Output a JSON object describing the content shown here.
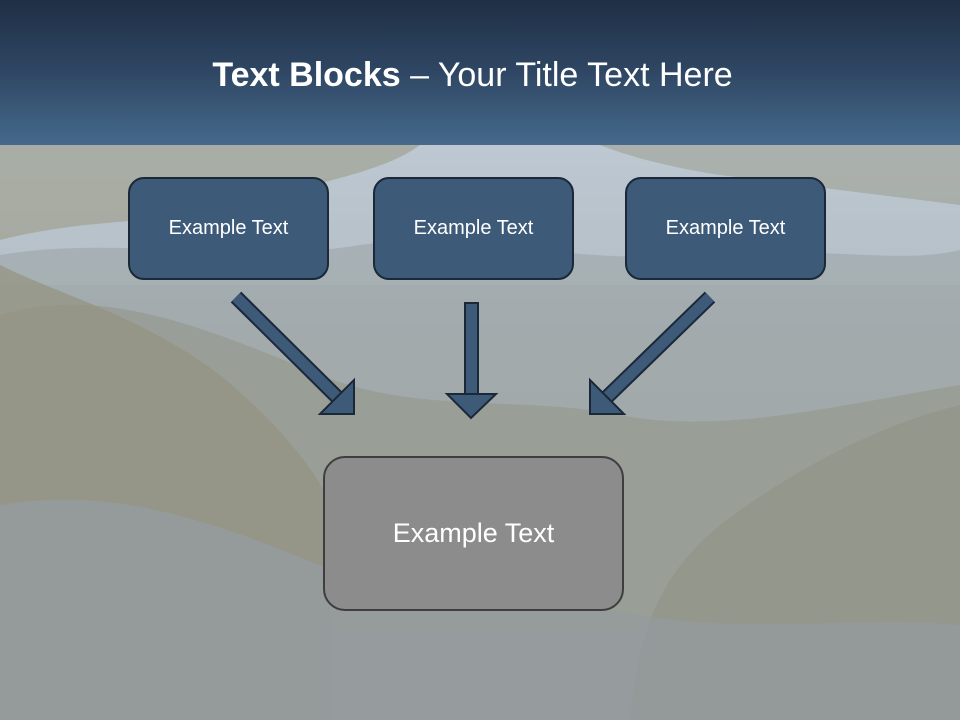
{
  "title": {
    "bold": "Text Blocks",
    "rest": " – Your Title Text Here"
  },
  "blocks": [
    {
      "label": "Example Text"
    },
    {
      "label": "Example Text"
    },
    {
      "label": "Example Text"
    }
  ],
  "result": {
    "label": "Example Text"
  },
  "colors": {
    "header": "#2f4764",
    "block_fill": "#3e5a79",
    "block_border": "#1b2838",
    "result_fill": "#8c8c8c",
    "arrow_fill": "#3e5a79"
  }
}
